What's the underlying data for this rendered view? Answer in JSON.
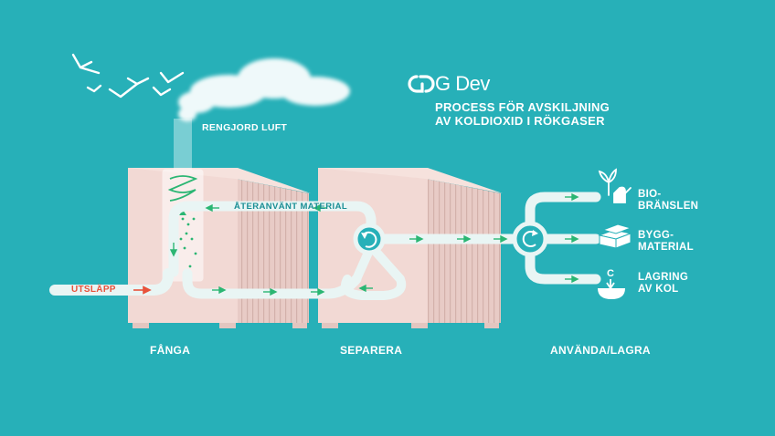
{
  "brand": {
    "logo_text": "G Dev"
  },
  "header": {
    "line1": "PROCESS FÖR AVSKILJNING",
    "line2": "AV KOLDIOXID I RÖKGASER"
  },
  "labels": {
    "clean_air": "RENGJORD LUFT",
    "emission": "UTSLÄPP",
    "reused_material": "ÅTERANVÄNT MATERIAL"
  },
  "stages": {
    "capture": "FÅNGA",
    "separate": "SEPARERA",
    "use_store": "ANVÄNDA/LAGRA"
  },
  "products": [
    {
      "line1": "BIO-",
      "line2": "BRÄNSLEN",
      "icon": "biofuel-icon"
    },
    {
      "line1": "BYGG-",
      "line2": "MATERIAL",
      "icon": "bricks-icon"
    },
    {
      "line1": "LAGRING",
      "line2": "AV KOL",
      "icon": "carbon-storage-icon"
    }
  ],
  "colors": {
    "background": "#27b0b8",
    "building": "#f2d9d4",
    "pipe": "#e9f5f4",
    "flow_arrow": "#2bb673",
    "emission_arrow": "#e8523b",
    "text": "#ffffff"
  }
}
